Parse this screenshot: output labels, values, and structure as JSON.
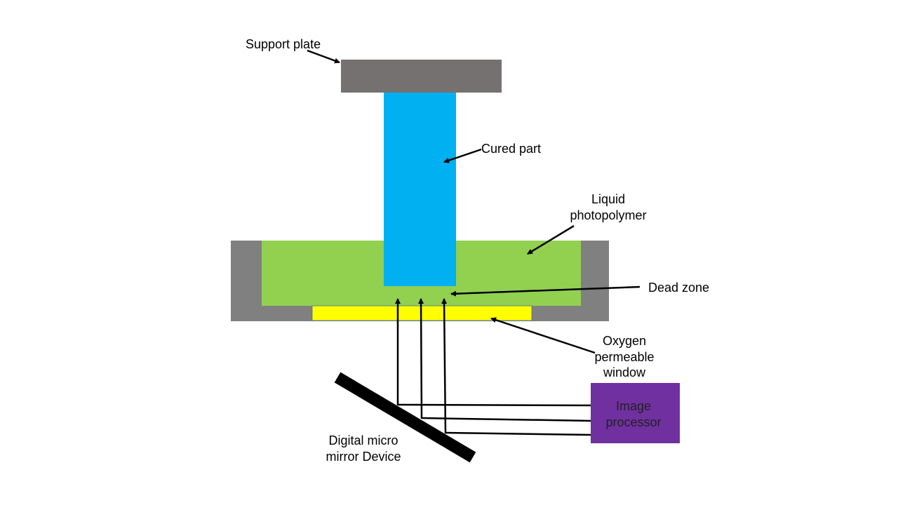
{
  "diagram": {
    "title": "",
    "labels": {
      "support_plate": "Support plate",
      "cured_part": "Cured part",
      "liquid_photopolymer_line1": "Liquid",
      "liquid_photopolymer_line2": "photopolymer",
      "dead_zone": "Dead zone",
      "oxygen_window_line1": "Oxygen",
      "oxygen_window_line2": "permeable",
      "oxygen_window_line3": "window",
      "image_processor_line1": "Image",
      "image_processor_line2": "processor",
      "dmd_line1": "Digital micro",
      "dmd_line2": "mirror Device"
    },
    "colors": {
      "support_plate": "#767171",
      "cured_part": "#00b0f0",
      "liquid_photopolymer": "#92d050",
      "vat": "#808080",
      "oxygen_window": "#ffff00",
      "image_processor": "#7030a0",
      "mirror": "#000000",
      "lines": "#000000"
    }
  }
}
